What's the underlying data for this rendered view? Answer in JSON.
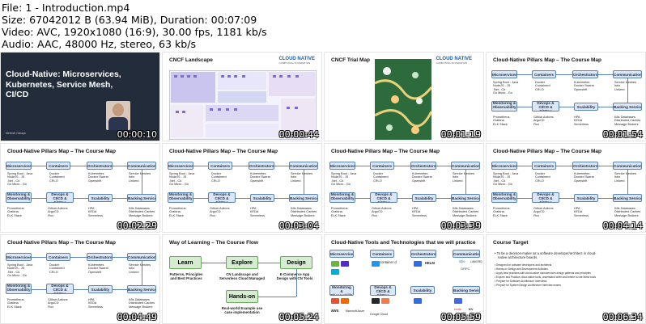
{
  "header": {
    "line1": "File: 1 - Introduction.mp4",
    "line2": "Size: 67042012 B (63.94 MiB), Duration: 00:07:09",
    "line3": "Video: AVC, 1920x1080 (16:9), 30.00 fps, 1181 kb/s",
    "line4": "Audio: AAC, 48000 Hz, stereo, 63 kb/s"
  },
  "intro": {
    "title": "Cloud-Native: Microservices, Kubernetes, Service Mesh, CI/CD",
    "presenter": "Mehmet Ozkaya"
  },
  "landscape": {
    "title": "CNCF Landscape",
    "logo_line1": "CLOUD NATIVE",
    "logo_line2": "COMPUTING FOUNDATION"
  },
  "trial": {
    "title": "CNCF Trial Map",
    "logo_line1": "CLOUD NATIVE",
    "logo_line2": "COMPUTING FOUNDATION"
  },
  "pillars": {
    "title": "Cloud-Native Pillars Map – The Course Map",
    "microservices": "Microservices",
    "containers": "Containers",
    "orchestrators": "Orchestrators",
    "communications": "Communications",
    "t_micro": "Spring Boot - Java\nNodeJS - JS\n.Net - C#\nGo Micro - Go",
    "t_cont": "Docker\nContainerd\nCRI-O",
    "t_orch": "Kubernetes\nDocker Swarm\nOpenshift",
    "t_comm": "Service Meshes\nIstio\nLinkerd",
    "monitoring": "Monitoring & Observability",
    "devops": "Devops & CI/CD & GitOps",
    "scalability": "Scalability",
    "backing": "Backing Services",
    "t_mon": "Prometheus\nGrafana\nELK Stack",
    "t_devops": "Github Actions\nArgoCD\nFlux",
    "t_scal": "HPA\nKEDA\nServerless",
    "t_back": "K8s Databases\nDistributed Caches\nMessage Brokers"
  },
  "flow": {
    "title": "Way of Learning – The Course Flow",
    "learn": "Learn",
    "explore": "Explore",
    "design": "Design",
    "handson": "Hands-on",
    "n_learn": "Patterns, Principles\nand Best Practices",
    "n_explore": "CN Landscape and\nServerless Cloud Managed",
    "n_design": "E-Commerce App\nDesign with CN Tools",
    "n_handson": "Real-world Example use\ncase implementation"
  },
  "tools": {
    "title": "Cloud-Native Tools and Technologies that we will practice",
    "l_container": "container d",
    "l_helm": "HELM",
    "l_istio": "istio",
    "l_linkerd": "LINKERD",
    "l_grpc": "GRPC",
    "l_aws": "aws",
    "l_azure": "Microsoft Azure",
    "l_gcloud": "Google Cloud",
    "l_redis": "redis",
    "l_kv": "KV"
  },
  "target": {
    "title": "Course Target",
    "b1": "To be a decision-maker as a software developer/architect in cloud-",
    "b1_emph": "decision-maker",
    "b1b": "native architecture boards.",
    "b2": "Designed for software developers and architects",
    "b3": "Hands-on Design and Development Activities",
    "b4": "Apply best practices with cloud-native microservices design patterns and principles",
    "b5": "Explore and Practice cloud-native tools, understand when and where to use these tools",
    "b6": "Prepare for Software Architecture Interviews",
    "b7": "Prepare for System Design Architecture Interview exams"
  },
  "timestamps": [
    "00:00:10",
    "00:00:44",
    "00:01:19",
    "00:01:54",
    "00:02:29",
    "00:03:04",
    "00:03:39",
    "00:04:14",
    "00:04:49",
    "00:05:24",
    "00:05:59",
    "00:06:34"
  ],
  "colors": {
    "box_fill": "#dbe7f6",
    "box_border": "#5b83b8",
    "intro_bg": "#222c3a",
    "learn_green": "#d5ecd0",
    "cncf_blue": "#1a5fa8"
  }
}
